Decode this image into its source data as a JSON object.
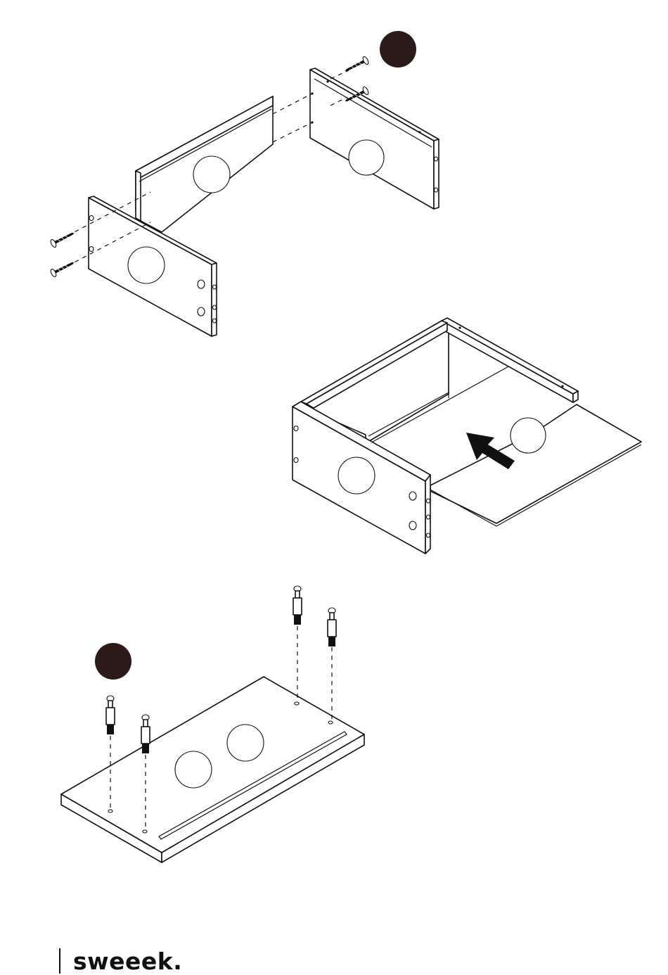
{
  "brand": {
    "name": "sweeek."
  },
  "step_badges": [
    {
      "id": "badge-top",
      "label": ""
    },
    {
      "id": "badge-bottom",
      "label": ""
    }
  ],
  "icons": {
    "screw": "screw-icon",
    "cam-bolt": "cam-bolt-icon",
    "arrow": "insert-arrow-icon"
  },
  "colors": {
    "ink": "#111111",
    "paper": "#ffffff",
    "badge": "#2b1a17"
  }
}
